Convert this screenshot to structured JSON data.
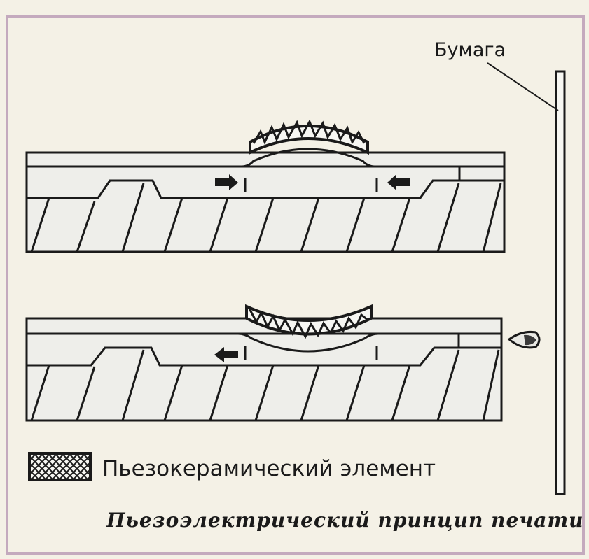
{
  "labels": {
    "paper": "Бумага",
    "legend": "Пьезокерамический элемент",
    "caption": "Пьезоэлектрический принцип печати"
  },
  "colors": {
    "background": "#f4f1e6",
    "frame": "#c4aabe",
    "ink": "#1a1a1a",
    "fill": "#eeeeea"
  },
  "icons": {
    "arrow": "filled-arrow",
    "drop": "ink-droplet",
    "legend_swatch": "crosshatch-swatch"
  }
}
